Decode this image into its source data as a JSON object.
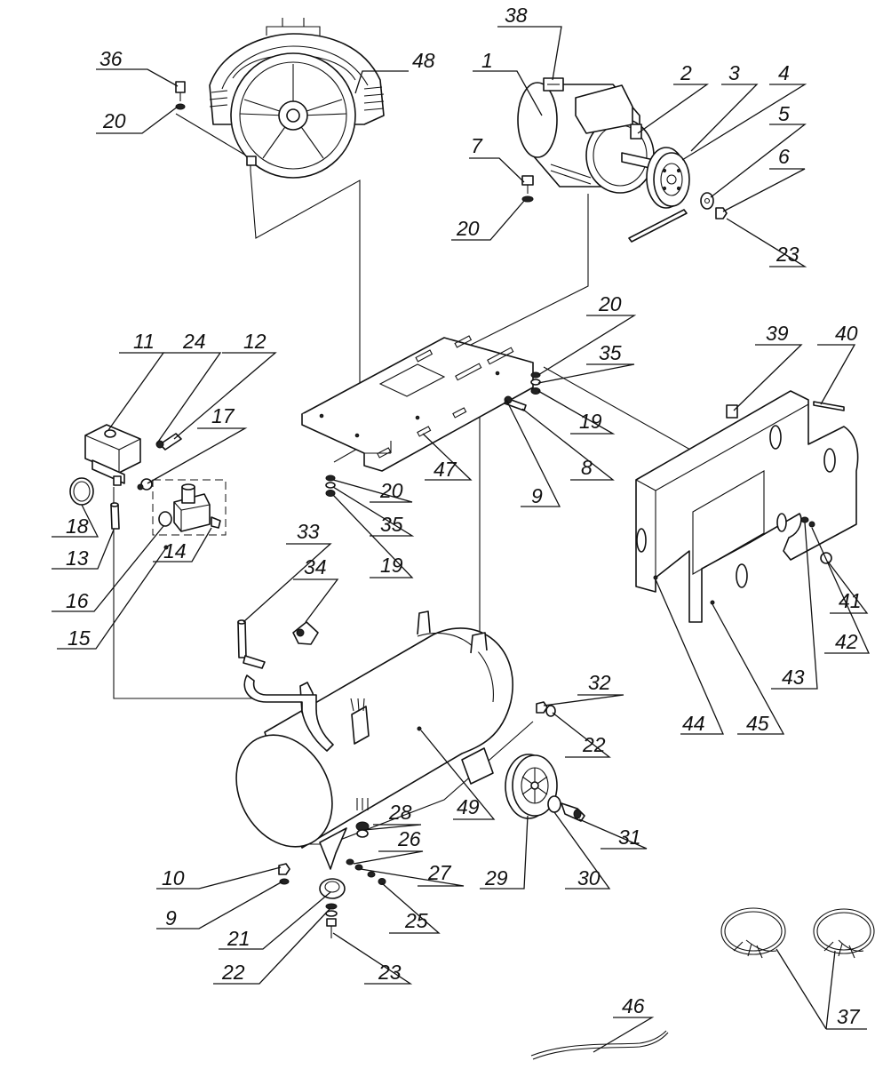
{
  "callouts": {
    "c38": "38",
    "c36": "36",
    "c48": "48",
    "c1": "1",
    "c2": "2",
    "c3": "3",
    "c4": "4",
    "c5": "5",
    "c6": "6",
    "c7": "7",
    "c20a": "20",
    "c20b": "20",
    "c23a": "23",
    "c20c": "20",
    "c35a": "35",
    "c19a": "19",
    "c8": "8",
    "c9a": "9",
    "c47": "47",
    "c20d": "20",
    "c35b": "35",
    "c19b": "19",
    "c39": "39",
    "c40": "40",
    "c11": "11",
    "c24": "24",
    "c12": "12",
    "c17": "17",
    "c18": "18",
    "c13": "13",
    "c16": "16",
    "c15": "15",
    "c14": "14",
    "c33": "33",
    "c34": "34",
    "c32": "32",
    "c22a": "22",
    "c49": "49",
    "c28": "28",
    "c26": "26",
    "c27": "27",
    "c25": "25",
    "c29": "29",
    "c30": "30",
    "c31": "31",
    "c10": "10",
    "c9b": "9",
    "c21": "21",
    "c22b": "22",
    "c23b": "23",
    "c41": "41",
    "c42": "42",
    "c43": "43",
    "c44": "44",
    "c45": "45",
    "c37": "37",
    "c46": "46"
  },
  "parts": {
    "motor": "motor",
    "pump": "pump",
    "pulley": "pulley",
    "belt": "belt",
    "base_plate": "base-plate",
    "belt_guard": "belt-guard",
    "tank": "tank",
    "pressure_switch": "pressure-switch",
    "wheel": "wheel",
    "foot": "foot",
    "hose_coils": "hose-coils",
    "cable": "cable"
  }
}
